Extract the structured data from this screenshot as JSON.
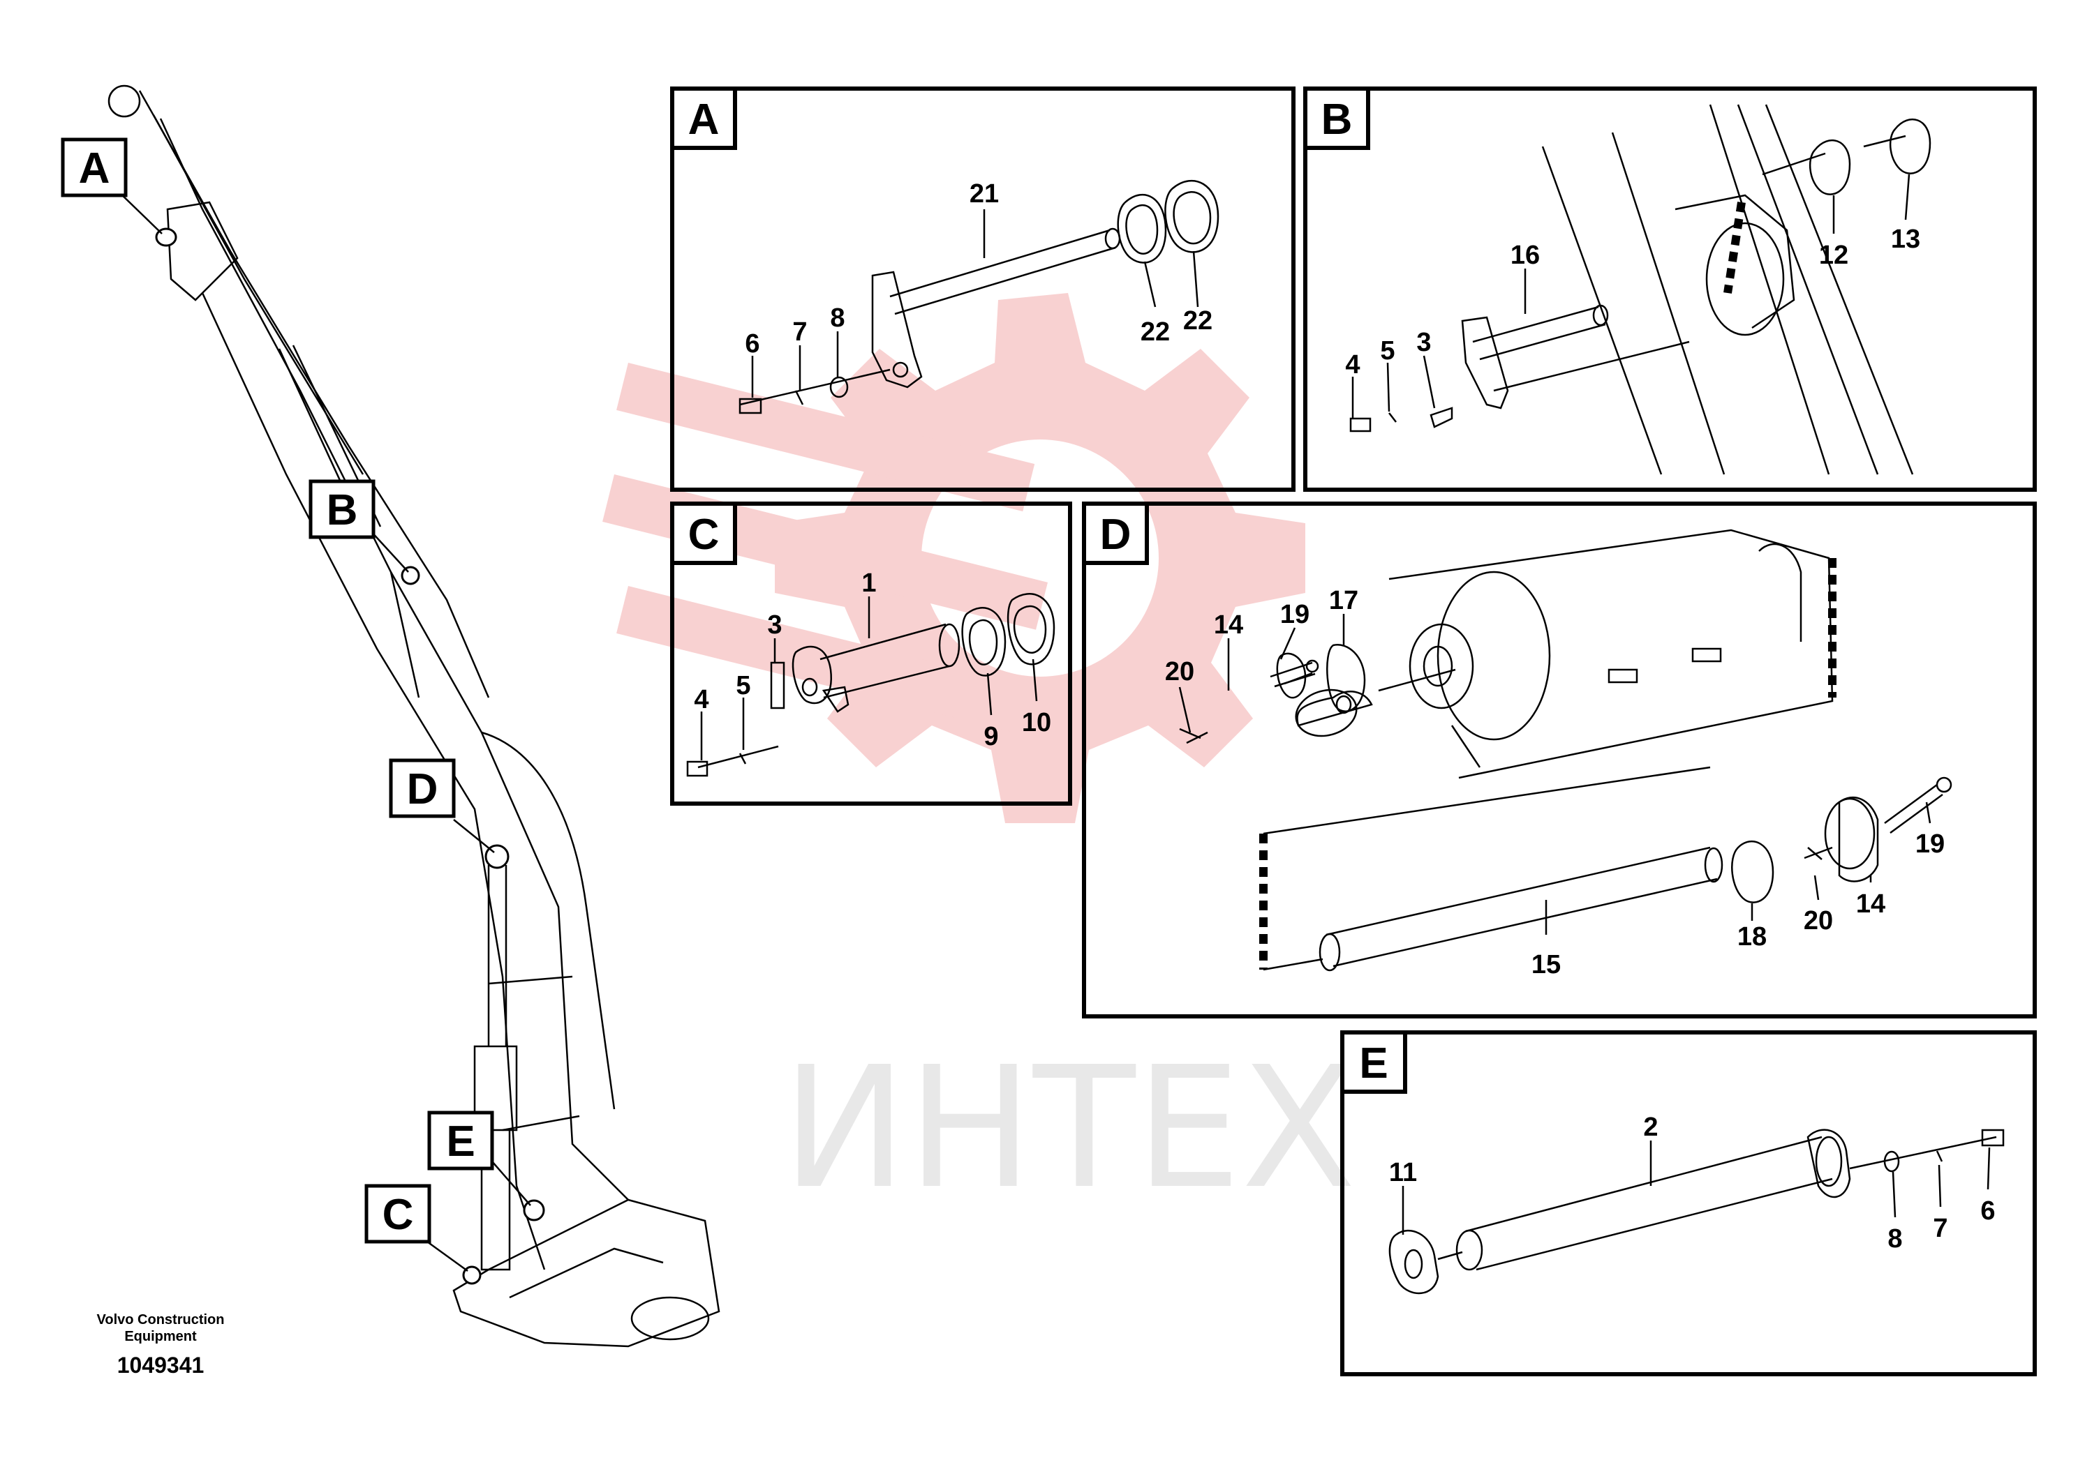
{
  "watermark": {
    "text": "ИНТЕХ",
    "color": "#e4e4e4",
    "logo_color": "#f7c9c9"
  },
  "footer": {
    "maker_line1": "Volvo Construction",
    "maker_line2": "Equipment",
    "doc_number": "1049341"
  },
  "overview_tags": [
    "A",
    "B",
    "D",
    "E",
    "C"
  ],
  "panels": [
    {
      "letter": "A",
      "callouts": [
        "21",
        "6",
        "7",
        "8",
        "22",
        "22"
      ]
    },
    {
      "letter": "B",
      "callouts": [
        "16",
        "4",
        "5",
        "3",
        "12",
        "13"
      ]
    },
    {
      "letter": "C",
      "callouts": [
        "1",
        "3",
        "4",
        "5",
        "9",
        "10"
      ]
    },
    {
      "letter": "D",
      "callouts": [
        "14",
        "19",
        "17",
        "20",
        "15",
        "18",
        "20",
        "14",
        "19"
      ]
    },
    {
      "letter": "E",
      "callouts": [
        "2",
        "11",
        "8",
        "7",
        "6"
      ]
    }
  ]
}
